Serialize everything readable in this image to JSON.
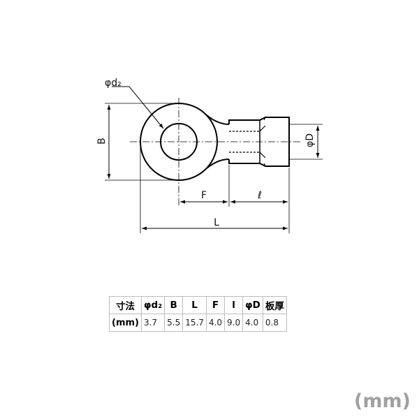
{
  "drawing": {
    "labels": {
      "hole_diameter": "φd₂",
      "width": "B",
      "sleeve_diameter": "φD",
      "offset": "F",
      "sleeve_length": "ℓ",
      "total_length": "L"
    }
  },
  "table": {
    "headers": [
      "寸法",
      "φd₂",
      "B",
      "L",
      "F",
      "l",
      "φD",
      "板厚"
    ],
    "unit": "(mm)",
    "values": [
      "3.7",
      "5.5",
      "15.7",
      "4.0",
      "9.0",
      "4.0",
      "0.8"
    ]
  },
  "unit_caption": "(mm)"
}
